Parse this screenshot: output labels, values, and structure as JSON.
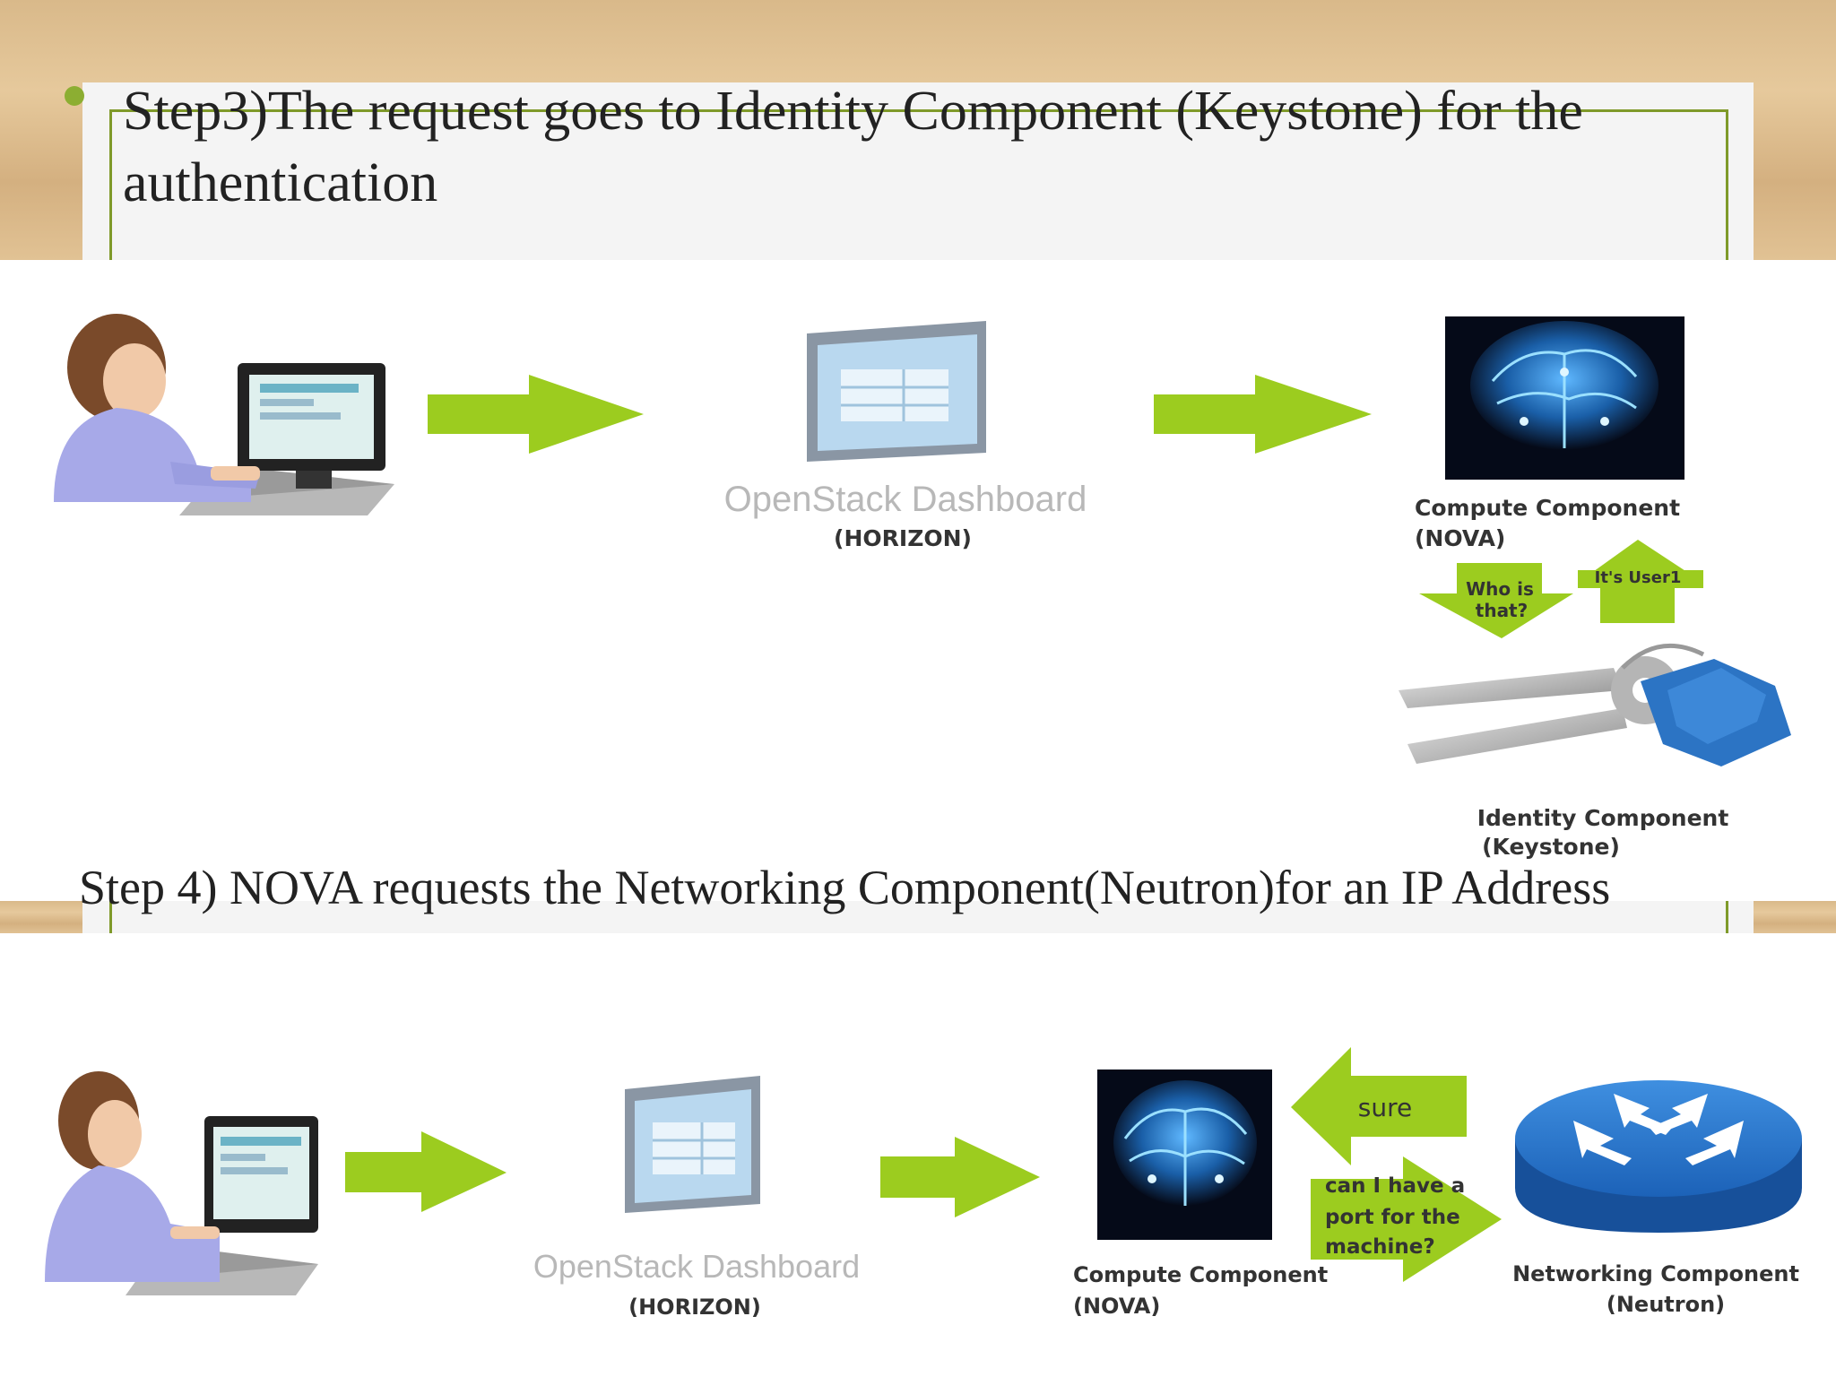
{
  "slide": {
    "step3_heading": "Step3)The request goes to Identity Component (Keystone) for the authentication",
    "step4_heading": "Step 4) NOVA requests the Networking Component(Neutron)for an IP Address"
  },
  "diagram1": {
    "dashboard_name": "OpenStack Dashboard",
    "dashboard_sub": "(HORIZON)",
    "compute_name": "Compute Component",
    "compute_sub": "(NOVA)",
    "who_line1": "Who is",
    "who_line2": "that?",
    "reply": "It's User1",
    "identity_name": "Identity Component",
    "identity_sub": "(Keystone)"
  },
  "diagram2": {
    "dashboard_name": "OpenStack Dashboard",
    "dashboard_sub": "(HORIZON)",
    "compute_name": "Compute Component",
    "compute_sub": "(NOVA)",
    "reply": "sure",
    "ask_line1": "can I have a",
    "ask_line2": "port for the",
    "ask_line3": "machine?",
    "network_name": "Networking Component",
    "network_sub": "(Neutron)"
  },
  "colors": {
    "arrow": "#9ccc1f",
    "frame": "#7f9a2a",
    "bullet": "#8cae32",
    "wood": "#d9b98a"
  }
}
